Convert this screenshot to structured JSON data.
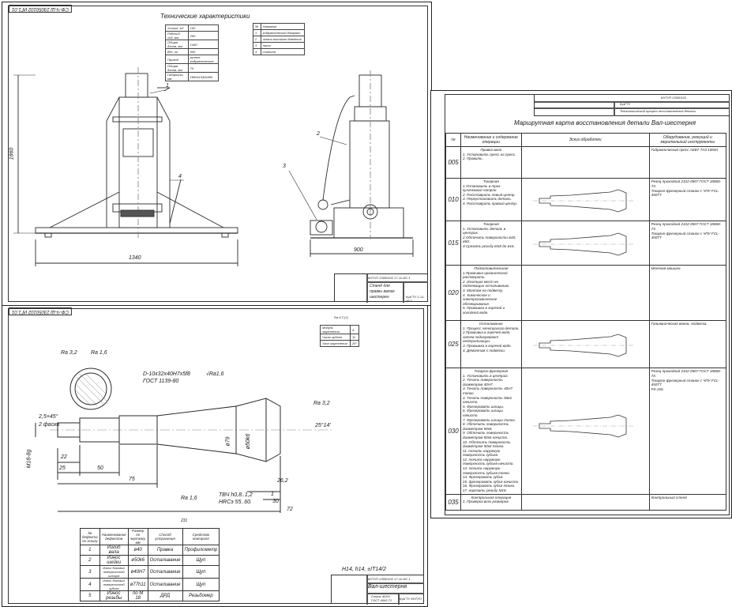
{
  "sheet1": {
    "corner_tag": "СФ-Ч-Ш 23050102 ИГ1.01",
    "title": "Технические характеристики",
    "spec_table": [
      [
        "Усилие, кН",
        "160"
      ],
      [
        "Рабочий ход, мм",
        "250"
      ],
      [
        "Общая длина, мм",
        "1440"
      ],
      [
        "Вес, кг",
        "640"
      ],
      [
        "Привод",
        "ручное гидравлическое"
      ],
      [
        "Общая длина, мм",
        "70"
      ],
      [
        "Габариты, мм",
        "1860х1340х900"
      ]
    ],
    "parts_table": {
      "header": [
        "№",
        "Название"
      ],
      "rows": [
        [
          "1",
          "гидравлический домкрат"
        ],
        [
          "2",
          "шланг высокого давления"
        ],
        [
          "3",
          "насос"
        ],
        [
          "4",
          "станина"
        ]
      ]
    },
    "labels": {
      "l1": "1",
      "l2": "2",
      "l3": "3",
      "l4": "4"
    },
    "dims": {
      "height": "1860",
      "width": "1340",
      "depth": "900"
    },
    "stamp": {
      "code": "КНТУП 23050102 17-11-ИС.1",
      "name": "Стенд для правки валов-шестерен",
      "org": "КузГТУ 1-11-ИС1"
    }
  },
  "sheet2": {
    "corner_tag": "СФ-Ч-Ш 23050102 ИГ1.01",
    "roughness_note": "Ra 6.3 (√)",
    "note_table": [
      [
        "Модуль зацепления",
        "4"
      ],
      [
        "Число зубьев",
        "11"
      ],
      [
        "Угол зацепления",
        "20°"
      ]
    ],
    "labels": {
      "ra32a": "Ra 3,2",
      "ra16a": "Ra 1,6",
      "spline": "D-10х32х40H7х5f8",
      "gost": "ГОСТ 1139-80",
      "ra16b": "√Ra1,6",
      "chamfer": "2,5×45°",
      "chamfer2": "2 фаски",
      "thread": "М18-8g",
      "d22": "22",
      "d25": "25",
      "d50": "50",
      "d75": "75",
      "d79": "ø79",
      "d5046": "ø50k6",
      "ra32b": "Ra 3,2",
      "a25": "25°14'",
      "ra16c": "Ra 1,6",
      "tvch": "ТВЧ h0,8..1,2",
      "hrc": "HRCэ 55..60.",
      "d262": "26,2",
      "d1": "1",
      "d30": "30",
      "d72": "72",
      "d231": "231",
      "tolerances": "H14, h14, ±IT14/2"
    },
    "defects": {
      "header": [
        "№ дефекта по эскизу",
        "Наименование дефектов",
        "Размер по чертежу, мм",
        "Способ устранения",
        "Средство контроля"
      ],
      "rows": [
        [
          "1",
          "Изгиб вала",
          "ø40",
          "Правка",
          "Профилометр"
        ],
        [
          "2",
          "Износ шейки",
          "ø50k6",
          "Осталивание",
          "Щуп"
        ],
        [
          "3",
          "Износ боковых поверхностей шлицов",
          "ø40H7",
          "Осталивание",
          "Щуп"
        ],
        [
          "4",
          "Износ боковых поверхностей зубьев",
          "ø77h11",
          "Осталивание",
          "Щуп"
        ],
        [
          "5",
          "Износ резьбы",
          "по М 18",
          "ДРД",
          "Резьбомер"
        ]
      ]
    },
    "stamp": {
      "code": "КНТУП 23050102 17-11-ИС.1",
      "name": "Вал-шестерня",
      "material": "Сталь 40ХН ГОСТ 4543-71",
      "org": "КузГТУ КНТУП"
    }
  },
  "sheet3": {
    "header_code": "КНТУП 23050102",
    "header_name": "Технологический процесс восстановления детали",
    "org": "КузГТУ",
    "title": "Маршрутная карта восстановления детали Вал-шестерня",
    "columns": [
      "№",
      "Наименование и содержание операции",
      "Эскиз обработки",
      "Оборудование, режущий и мерительный инструменты"
    ],
    "rows": [
      {
        "no": "005",
        "name": "Правка вала",
        "ops": "1. Установить пресс на пресс.\n2. Править.",
        "equip": "Гидравлический пресс АЕБТ ТАЗ 1000А"
      },
      {
        "no": "010",
        "name": "Токарная",
        "ops": "1.Установить в трех кулачковый патрон.\n2. Расставрить левый центр.\n3. Переустановить деталь.\n4. Расставрить правый центр.",
        "equip": "Резец проходной 2102-0507 ГОСТ 18868-73.\nТокарно-фрезерный станок с ЧПУ FCL-450ТТ"
      },
      {
        "no": "015",
        "name": "Токарная",
        "ops": "1. Установить деталь в центрах.\n2.Обточить поверхности ø40, ø50.\n3.Срезать резьбу М18 до ø16.",
        "equip": "Резец проходной 2102-0507 ГОСТ 18868-73.\nТокарно-фрезерный станок с ЧПУ FCL-450ТТ"
      },
      {
        "no": "020",
        "name": "Подготовительная",
        "ops": "1.Промывка органической растворить.\n2. Изоляция мест не подлежащих осталиванию.\n3. Монтаж на подвеску.\n4. Химическое и электрохимическое обезжиривание.\n5. Промывка в горячей и холодной воде.",
        "equip": "Моечная машина"
      },
      {
        "no": "025",
        "name": "Осталивание",
        "ops": "1. Процесс электролиза детали.\n2.Промывка в горячей воде, затем подогревают нейтрализации.\n3. Промывка в горячей воде.\n4. Демонтаж с подвески.",
        "equip": "Гальваническая ванна, подвеска."
      },
      {
        "no": "030",
        "name": "Токарно-фрезерная",
        "ops": "1. Установить в центрах.\n2. Точить поверхность диаметром 40H7.\n3. Точить поверхность 40Н7 тонко.\n4. Точить поверхность 50к6 начисто.\n5. Фрезеровать шлицы.\n6. Фрезеровать шлицы начисто.\n7. Фрезеровать шлицы тонко.\n8. Обточить поверхность диаметром 50к6.\n9. Обточить поверхность диаметром 50к6 начисто.\n10. Обточить поверхность диаметром 50к6 тонко.\n11. точить наружную поверхность зубьев.\n12. точить наружную поверхность зубьев начисто.\n13. точить наружную поверхность зубьев тонко.\n14. Фрезеровать зубья.\n15. фрезеровать зубья начисто.\n16. Фрезеровать зубья тонко.\n17. нарезать резьбу М18.",
        "equip": "Резец проходной 2102-0507 ГОСТ 18868-73.\nТокарно-фрезерный станок с ЧПУ FCL-450ТТ\nР3-150."
      },
      {
        "no": "035",
        "name": "Контрольная операция",
        "ops": "1. Проверка всех размеров",
        "equip": "Контрольный стенд"
      }
    ]
  }
}
